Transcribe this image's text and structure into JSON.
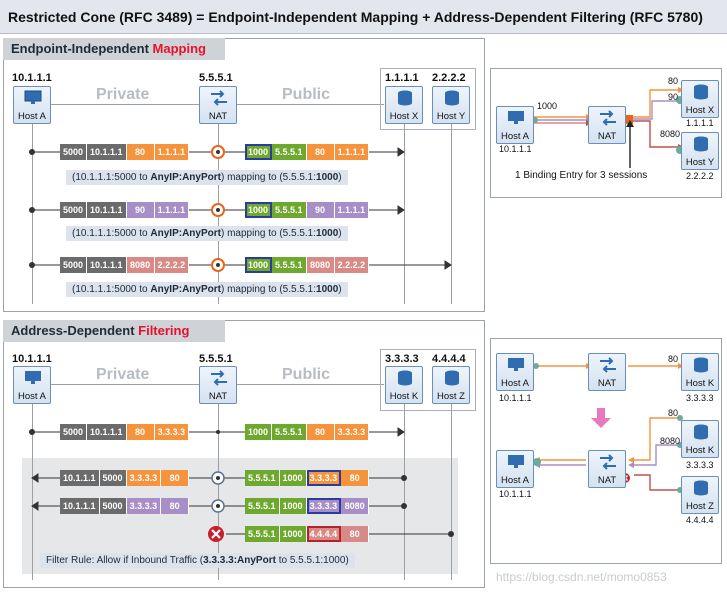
{
  "title": "Restricted Cone (RFC 3489) = Endpoint-Independent Mapping + Address-Dependent Filtering (RFC 5780)",
  "mapping": {
    "heading_prefix": "Endpoint-Independent ",
    "heading_highlight": "Mapping",
    "ips": {
      "host_a": "10.1.1.1",
      "nat": "5.5.5.1",
      "host_x": "1.1.1.1",
      "host_y": "2.2.2.2"
    },
    "zones": {
      "private": "Private",
      "public": "Public"
    },
    "hosts": {
      "a": "Host A",
      "nat": "NAT",
      "x": "Host X",
      "y": "Host Y"
    },
    "flows": [
      {
        "left": [
          "5000",
          "10.1.1.1",
          "80",
          "1.1.1.1"
        ],
        "right": [
          "1000",
          "5.5.5.1",
          "80",
          "1.1.1.1"
        ],
        "caption_pre": "(10.1.1.1:5000 to ",
        "caption_bold": "AnyIP:AnyPort",
        "caption_mid": ") mapping to (5.5.5.1:",
        "caption_bold2": "1000",
        "caption_post": ")"
      },
      {
        "left": [
          "5000",
          "10.1.1.1",
          "90",
          "1.1.1.1"
        ],
        "right": [
          "1000",
          "5.5.5.1",
          "90",
          "1.1.1.1"
        ],
        "caption_pre": "(10.1.1.1:5000 to ",
        "caption_bold": "AnyIP:AnyPort",
        "caption_mid": ") mapping to (5.5.5.1:",
        "caption_bold2": "1000",
        "caption_post": ")"
      },
      {
        "left": [
          "5000",
          "10.1.1.1",
          "8080",
          "2.2.2.2"
        ],
        "right": [
          "1000",
          "5.5.5.1",
          "8080",
          "2.2.2.2"
        ],
        "caption_pre": "(10.1.1.1:5000 to ",
        "caption_bold": "AnyIP:AnyPort",
        "caption_mid": ") mapping to (5.5.5.1:",
        "caption_bold2": "1000",
        "caption_post": ")"
      }
    ],
    "side": {
      "host_a": "Host A",
      "host_a_ip": "10.1.1.1",
      "nat": "NAT",
      "port": "1000",
      "host_x": "Host X",
      "host_x_ip": "1.1.1.1",
      "host_y": "Host Y",
      "host_y_ip": "2.2.2.2",
      "p80": "80",
      "p90": "90",
      "p8080": "8080",
      "note": "1 Binding Entry for 3 sessions"
    }
  },
  "filtering": {
    "heading_prefix": "Address-Dependent ",
    "heading_highlight": "Filtering",
    "ips": {
      "host_a": "10.1.1.1",
      "nat": "5.5.5.1",
      "host_k": "3.3.3.3",
      "host_z": "4.4.4.4"
    },
    "zones": {
      "private": "Private",
      "public": "Public"
    },
    "hosts": {
      "a": "Host A",
      "nat": "NAT",
      "k": "Host K",
      "z": "Host Z"
    },
    "outbound": {
      "left": [
        "5000",
        "10.1.1.1",
        "80",
        "3.3.3.3"
      ],
      "right": [
        "1000",
        "5.5.5.1",
        "80",
        "3.3.3.3"
      ]
    },
    "inbound": [
      {
        "left": [
          "10.1.1.1",
          "5000",
          "3.3.3.3",
          "80"
        ],
        "right": [
          "5.5.5.1",
          "1000",
          "3.3.3.3",
          "80"
        ]
      },
      {
        "left": [
          "10.1.1.1",
          "5000",
          "3.3.3.3",
          "80"
        ],
        "right": [
          "5.5.5.1",
          "1000",
          "3.3.3.3",
          "8080"
        ]
      },
      {
        "right": [
          "5.5.5.1",
          "1000",
          "4.4.4.4",
          "80"
        ]
      }
    ],
    "rule_pre": "Filter Rule: Allow if Inbound Traffic (",
    "rule_bold": "3.3.3.3:AnyPort",
    "rule_post": " to 5.5.5.1:1000)",
    "side": {
      "host_a": "Host A",
      "host_a_ip": "10.1.1.1",
      "nat": "NAT",
      "host_k": "Host K",
      "host_k_ip": "3.3.3.3",
      "host_z": "Host Z",
      "host_z_ip": "4.4.4.4",
      "p80": "80",
      "p8080": "8080"
    }
  },
  "watermark": "https://blog.csdn.net/momo0853",
  "colors": {
    "orange": "#f5943c",
    "purple": "#a88ec7",
    "rose": "#d88a86",
    "green": "#6fa82f",
    "gray": "#6b6b6b",
    "highlight": "#e8112d"
  }
}
